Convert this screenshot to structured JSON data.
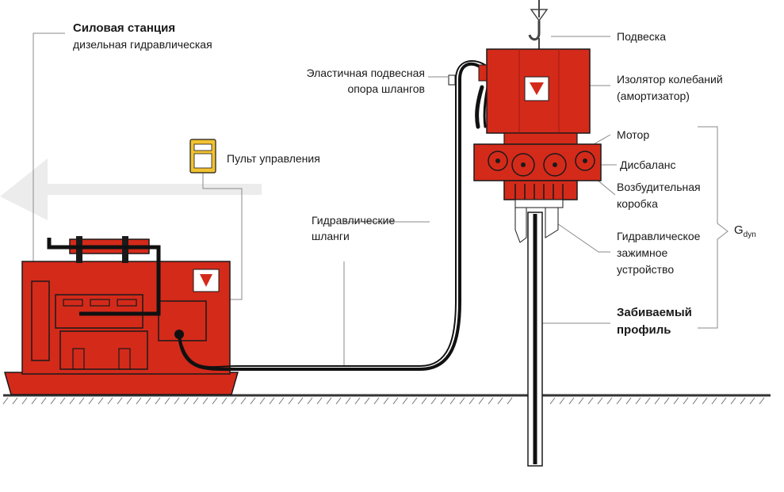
{
  "labels": {
    "station_title": "Силовая станция",
    "station_sub": "дизельная гидравлическая",
    "control_panel": "Пульт управления",
    "hoses_line1": "Гидравлические",
    "hoses_line2": "шланги",
    "hose_support_line1": "Эластичная подвесная",
    "hose_support_line2": "опора шлангов",
    "suspension": "Подвеска",
    "isolator_line1": "Изолятор колебаний",
    "isolator_line2": "(амортизатор)",
    "motor": "Мотор",
    "unbalance": "Дисбаланс",
    "exciter_line1": "Возбудительная",
    "exciter_line2": "коробка",
    "clamp_line1": "Гидравлическое",
    "clamp_line2": "зажимное",
    "clamp_line3": "устройство",
    "pile_line1": "Забиваемый",
    "pile_line2": "профиль",
    "gdyn_main": "G",
    "gdyn_sub": "dyn"
  },
  "colors": {
    "equipment_red": "#d42a1a",
    "equipment_dark": "#a81e12",
    "outline": "#1a1a1a",
    "hose": "#111111",
    "leader": "#888888",
    "ground": "#333333",
    "panel_yellow": "#f2c230",
    "arrow_fill": "#eeeeee"
  }
}
